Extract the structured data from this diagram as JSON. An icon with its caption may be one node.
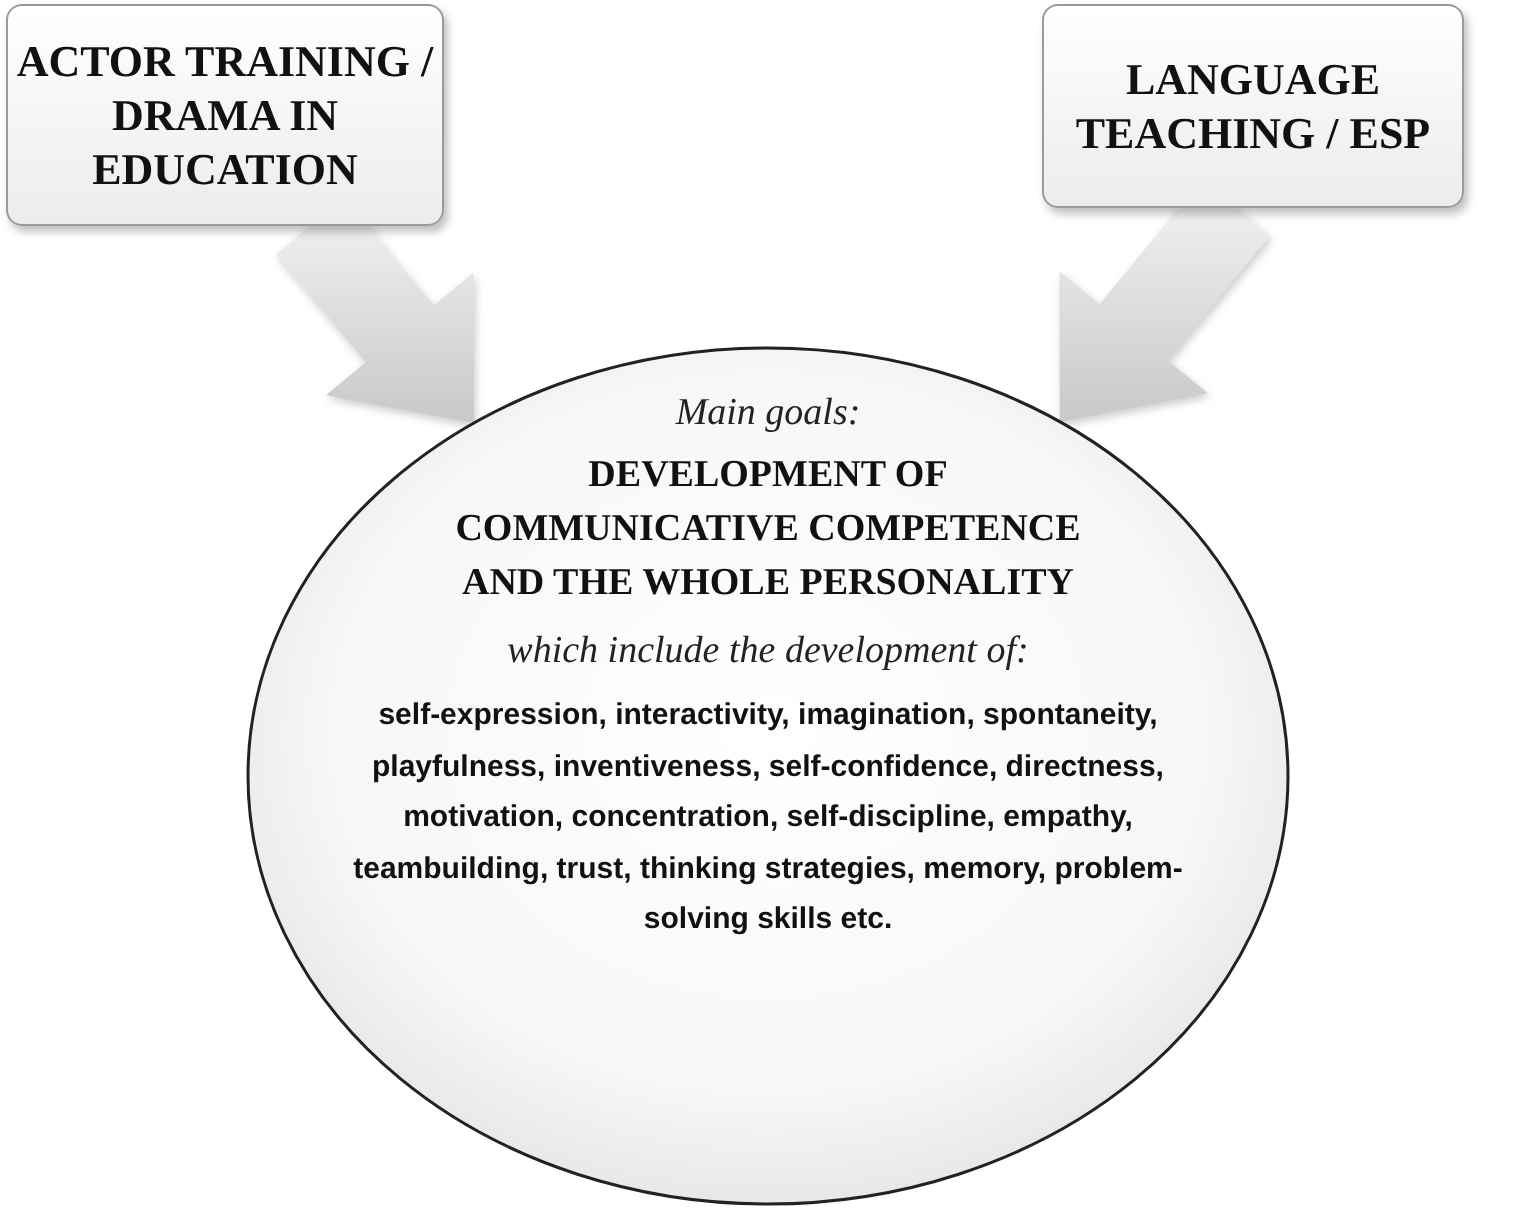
{
  "diagram": {
    "nodes": [
      {
        "text": [
          "ACTOR TRAINING / DRAMA IN EDUCATION"
        ]
      },
      {
        "text": [
          "LANGUAGE TEACHING / ESP"
        ]
      },
      {
        "text": [
          "Main goals:",
          "DEVELOPMENT OF COMMUNICATIVE COMPETENCE AND THE WHOLE PERSONALITY",
          "which include the development of:",
          "self-expression, interactivity, imagination, spontaneity, playfulness, inventiveness, self-confidence, directness, motivation, concentration, self-discipline, empathy, teambuilding, trust, thinking strategies, memory, problem-solving skills etc."
        ]
      }
    ],
    "edges": [
      {
        "from": 0,
        "to": 2,
        "arrow": "to"
      },
      {
        "from": 1,
        "to": 2,
        "arrow": "to"
      }
    ]
  }
}
